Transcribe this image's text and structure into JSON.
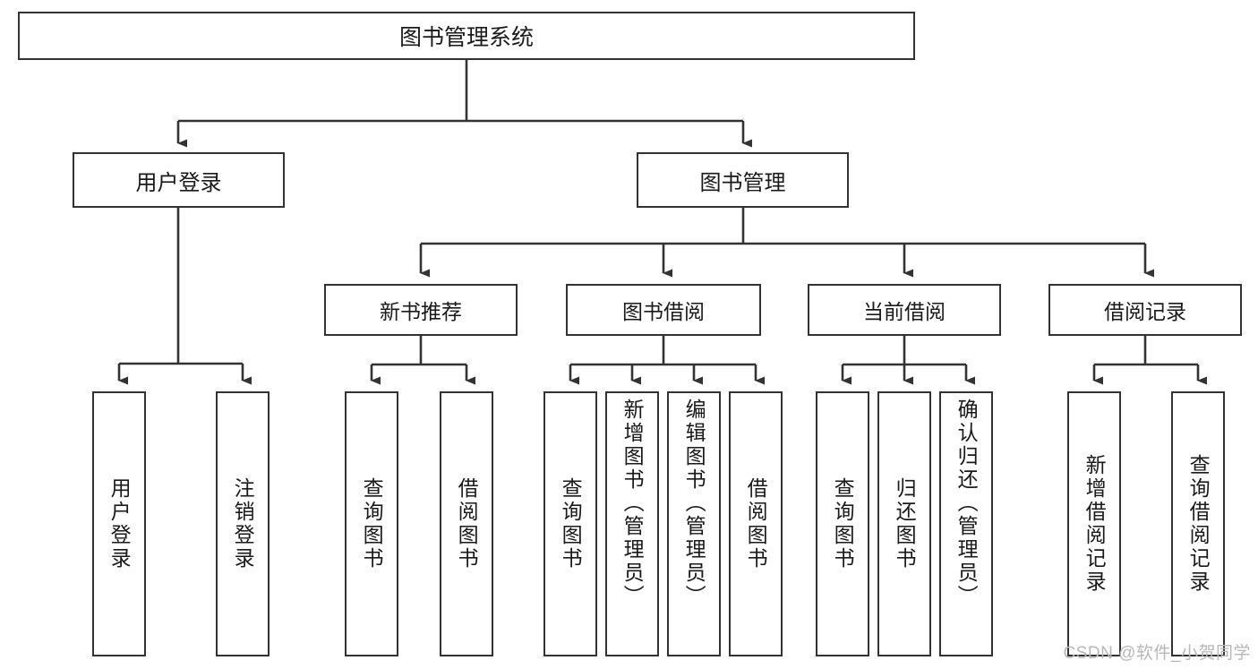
{
  "diagram": {
    "title": "图书管理系统",
    "type": "hierarchy-tree",
    "line_color": "#333333",
    "box_fill": "#ffffff",
    "text_color": "#1a1a1a",
    "root": {
      "label": "图书管理系统"
    },
    "level1": [
      {
        "label": "用户登录"
      },
      {
        "label": "图书管理"
      }
    ],
    "level2": [
      {
        "label": "新书推荐"
      },
      {
        "label": "图书借阅"
      },
      {
        "label": "当前借阅"
      },
      {
        "label": "借阅记录"
      }
    ],
    "leaves": {
      "user_login": [
        {
          "label": "用户登录"
        },
        {
          "label": "注销登录"
        }
      ],
      "new_book_recommend": [
        {
          "label": "查询图书"
        },
        {
          "label": "借阅图书"
        }
      ],
      "book_borrow": [
        {
          "label": "查询图书"
        },
        {
          "label": "新增图书（管理员）"
        },
        {
          "label": "编辑图书（管理员）"
        },
        {
          "label": "借阅图书"
        }
      ],
      "current_borrow": [
        {
          "label": "查询图书"
        },
        {
          "label": "归还图书"
        },
        {
          "label": "确认归还（管理员）"
        }
      ],
      "borrow_record": [
        {
          "label": "新增借阅记录"
        },
        {
          "label": "查询借阅记录"
        }
      ]
    }
  },
  "watermark": {
    "text": "CSDN @软件_小贺同学"
  }
}
